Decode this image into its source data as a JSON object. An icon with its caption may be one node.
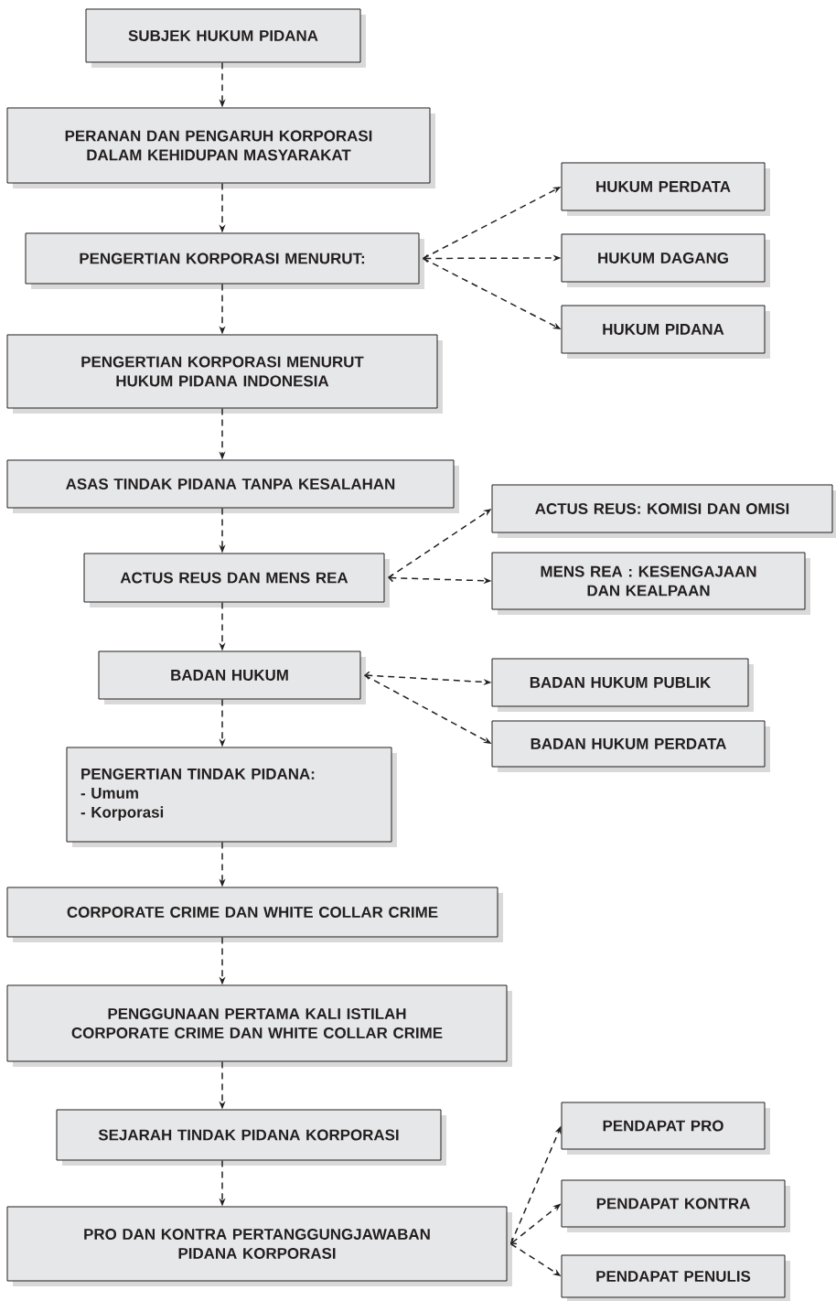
{
  "diagram": {
    "nodes": [
      {
        "text": [
          "SUBJEK HUKUM PIDANA"
        ]
      },
      {
        "text": [
          "PERANAN DAN PENGARUH KORPORASI DALAM KEHIDUPAN MASYARAKAT"
        ]
      },
      {
        "text": [
          "PENGERTIAN KORPORASI MENURUT:"
        ]
      },
      {
        "text": [
          "HUKUM PERDATA"
        ]
      },
      {
        "text": [
          "HUKUM DAGANG"
        ]
      },
      {
        "text": [
          "HUKUM PIDANA"
        ]
      },
      {
        "text": [
          "PENGERTIAN KORPORASI MENURUT HUKUM PIDANA INDONESIA"
        ]
      },
      {
        "text": [
          "ASAS TINDAK PIDANA TANPA KESALAHAN"
        ]
      },
      {
        "text": [
          "ACTUS REUS: KOMISI DAN OMISI"
        ]
      },
      {
        "text": [
          "ACTUS REUS DAN MENS REA"
        ]
      },
      {
        "text": [
          "MENS REA : KESENGAJAAN DAN KEALPAAN"
        ]
      },
      {
        "text": [
          "BADAN HUKUM"
        ]
      },
      {
        "text": [
          "BADAN HUKUM PUBLIK"
        ]
      },
      {
        "text": [
          "BADAN HUKUM PERDATA"
        ]
      },
      {
        "text": [
          "PENGERTIAN TINDAK PIDANA:",
          "- Umum",
          "- Korporasi"
        ]
      },
      {
        "text": [
          "CORPORATE CRIME DAN WHITE COLLAR CRIME"
        ]
      },
      {
        "text": [
          "PENGGUNAAN PERTAMA KALI ISTILAH CORPORATE CRIME DAN WHITE COLLAR CRIME"
        ]
      },
      {
        "text": [
          "SEJARAH TINDAK PIDANA KORPORASI"
        ]
      },
      {
        "text": [
          "PENDAPAT PRO"
        ]
      },
      {
        "text": [
          "PRO DAN KONTRA PERTANGGUNGJAWABAN PIDANA KORPORASI"
        ]
      },
      {
        "text": [
          "PENDAPAT KONTRA"
        ]
      },
      {
        "text": [
          "PENDAPAT PENULIS"
        ]
      }
    ],
    "edges": [
      {
        "from": 0,
        "to": 1,
        "arrow": "to",
        "style": "dashed"
      },
      {
        "from": 1,
        "to": 2,
        "arrow": "to",
        "style": "dashed"
      },
      {
        "from": 2,
        "to": 3,
        "arrow": "to",
        "style": "dashed"
      },
      {
        "from": 2,
        "to": 4,
        "arrow": "both",
        "style": "dashed"
      },
      {
        "from": 2,
        "to": 5,
        "arrow": "to",
        "style": "dashed"
      },
      {
        "from": 2,
        "to": 6,
        "arrow": "to",
        "style": "dashed"
      },
      {
        "from": 6,
        "to": 7,
        "arrow": "to",
        "style": "dashed"
      },
      {
        "from": 7,
        "to": 9,
        "arrow": "to",
        "style": "dashed"
      },
      {
        "from": 9,
        "to": 8,
        "arrow": "to",
        "style": "dashed"
      },
      {
        "from": 9,
        "to": 10,
        "arrow": "both",
        "style": "dashed"
      },
      {
        "from": 9,
        "to": 11,
        "arrow": "to",
        "style": "dashed"
      },
      {
        "from": 11,
        "to": 12,
        "arrow": "both",
        "style": "dashed"
      },
      {
        "from": 11,
        "to": 13,
        "arrow": "to",
        "style": "dashed"
      },
      {
        "from": 11,
        "to": 14,
        "arrow": "to",
        "style": "dashed"
      },
      {
        "from": 14,
        "to": 15,
        "arrow": "to",
        "style": "dashed"
      },
      {
        "from": 15,
        "to": 16,
        "arrow": "to",
        "style": "dashed"
      },
      {
        "from": 16,
        "to": 17,
        "arrow": "to",
        "style": "dashed"
      },
      {
        "from": 17,
        "to": 19,
        "arrow": "to",
        "style": "dashed"
      },
      {
        "from": 19,
        "to": 18,
        "arrow": "to",
        "style": "dashed"
      },
      {
        "from": 19,
        "to": 20,
        "arrow": "both",
        "style": "dashed"
      },
      {
        "from": 19,
        "to": 21,
        "arrow": "to",
        "style": "dashed"
      }
    ]
  }
}
